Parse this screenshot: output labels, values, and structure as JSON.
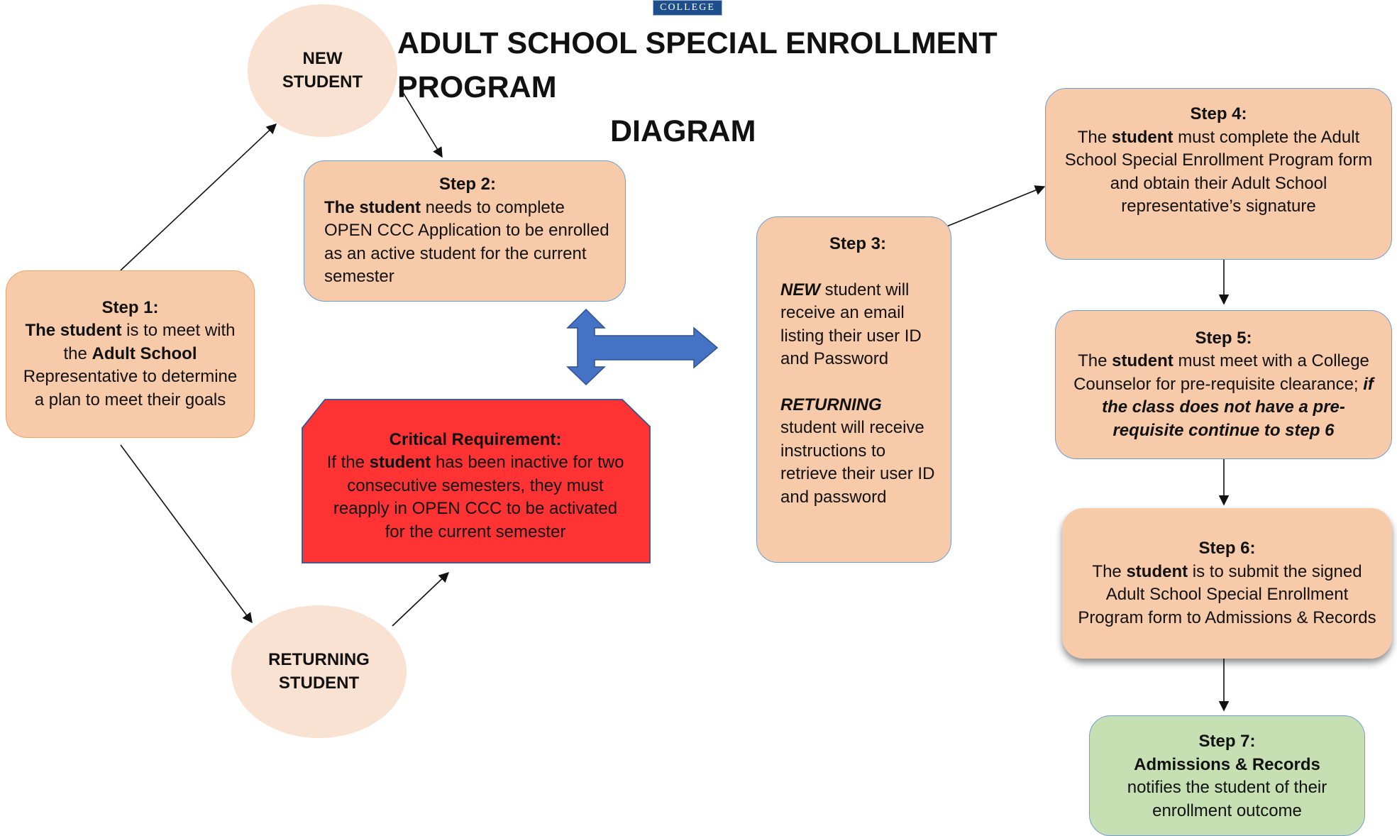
{
  "logo": {
    "text": "COLLEGE"
  },
  "title": {
    "line1": "ADULT SCHOOL SPECIAL ENROLLMENT PROGRAM",
    "line2": "DIAGRAM"
  },
  "new_student": {
    "line1": "NEW",
    "line2": "STUDENT"
  },
  "returning_student": {
    "line1": "RETURNING",
    "line2": "STUDENT"
  },
  "step1": {
    "heading": "Step 1:",
    "b1": "The student",
    "t1": " is to meet with the ",
    "b2": "Adult School",
    "t2": " Representative to determine a plan to meet their goals"
  },
  "step2": {
    "heading": "Step 2:",
    "b1": "The student",
    "t1": " needs to complete OPEN CCC Application to be enrolled as an active student for the current semester"
  },
  "critical": {
    "heading": "Critical Requirement:",
    "t0": "If the ",
    "b1": "student",
    "t1": " has been inactive for two consecutive semesters, they must reapply in OPEN CCC to be activated for the current semester"
  },
  "step3": {
    "heading": "Step 3:",
    "new_label": "NEW",
    "new_text": " student will receive an email listing their user ID and Password",
    "ret_label": "RETURNING",
    "ret_text": " student will receive instructions to retrieve their user ID and password"
  },
  "step4": {
    "heading": "Step 4:",
    "t0": "The ",
    "b1": "student",
    "t1": " must complete the Adult School Special Enrollment Program form and obtain their Adult School representative’s signature"
  },
  "step5": {
    "heading": "Step 5:",
    "t0": "The ",
    "b1": "student",
    "t1": " must meet with a College Counselor for pre-requisite clearance; ",
    "bi": "if the class does not have a pre-requisite continue to step 6"
  },
  "step6": {
    "heading": "Step 6:",
    "t0": "The ",
    "b1": "student",
    "t1": " is to submit the signed Adult School Special Enrollment Program form to Admissions & Records"
  },
  "step7": {
    "heading": "Step 7:",
    "b1": "Admissions & Records",
    "t1": "notifies the student of their enrollment outcome"
  },
  "colors": {
    "peach": "#f7cbaa",
    "circle": "#fae2d2",
    "critical": "#ff3333",
    "green": "#c6e0b4",
    "blue_arrow": "#4472c4",
    "border_blue": "#6f9fd2"
  }
}
